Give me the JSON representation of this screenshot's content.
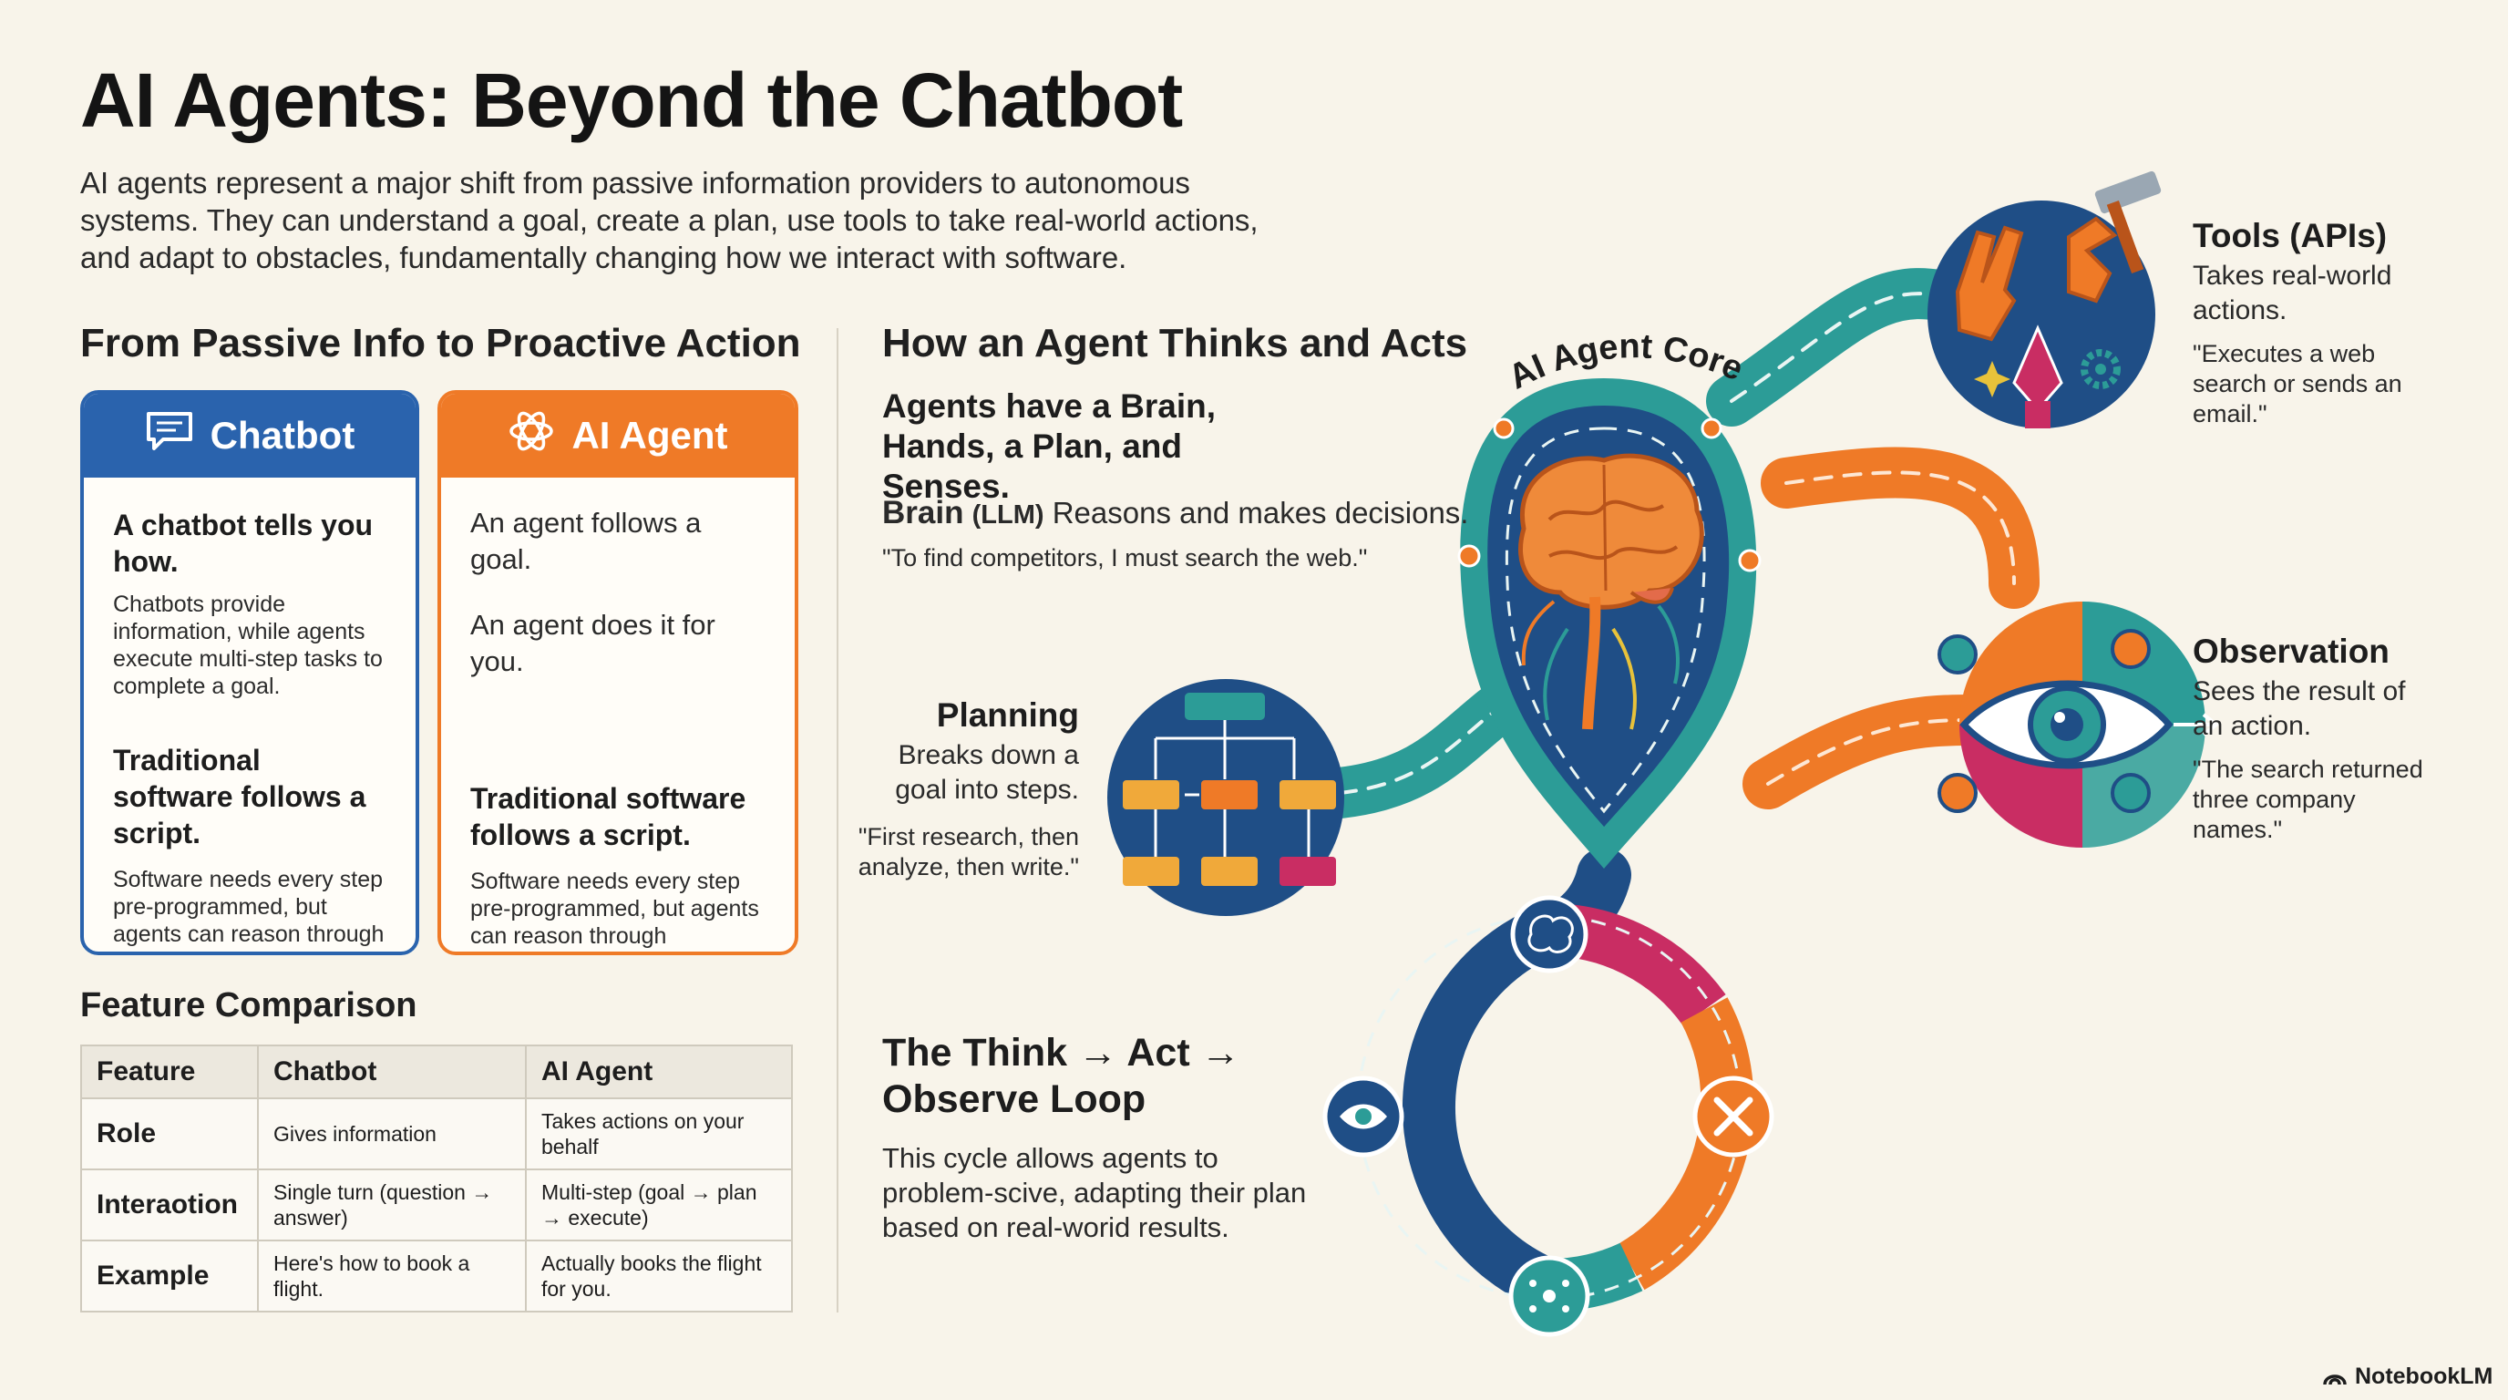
{
  "header": {
    "title": "AI Agents: Beyond the Chatbot",
    "intro": "AI agents represent a major shift from passive information providers to autonomous systems. They can understand a goal, create a plan, use tools to take real-world actions, and adapt to obstacles, fundamentally changing how we interact with software."
  },
  "left": {
    "heading": "From Passive Info to Proactive Action",
    "chatbot_card": {
      "label": "Chatbot",
      "icon": "chat-bubble-icon",
      "color": "#2a63ad",
      "block1_title": "A chatbot tells you how.",
      "block1_text": "Chatbots provide information, while agents execute multi-step tasks to complete a goal.",
      "block2_title": "Traditional software follows a script.",
      "block2_text": "Software needs every step pre-programmed, but agents can reason through unexpected problems."
    },
    "agent_card": {
      "label": "AI Agent",
      "icon": "ai-spark-icon",
      "color": "#ef7a27",
      "line1": "An agent follows a goal.",
      "line2": "An agent does it for you.",
      "block2_title": "Traditional software follows a script.",
      "block2_text": "Software needs every step pre-programmed, but agents can reason through unexpected problems."
    },
    "comparison": {
      "heading": "Feature Comparison",
      "columns": [
        "Feature",
        "Chatbot",
        "AI Agent"
      ],
      "rows": [
        [
          "Role",
          "Gives information",
          "Takes actions on your behalf"
        ],
        [
          "Interaotion",
          "Single turn (question → answer)",
          "Multi-step (goal → plan → execute)"
        ],
        [
          "Example",
          "Here's how to book a flight.",
          "Actually books the flight for you."
        ]
      ]
    }
  },
  "right": {
    "heading": "How an Agent Thinks and Acts",
    "subheading": "Agents have a Brain, Hands, a Plan, and Senses.",
    "brain_label": "Brain",
    "brain_llm": "(LLM)",
    "brain_text": "Reasons and makes decisions.",
    "brain_quote": "\"To find competitors, I must search the web.\"",
    "core_label": "AI Agent Core",
    "planning": {
      "title": "Planning",
      "text": "Breaks down a goal into steps.",
      "quote": "\"First research, then analyze, then write.\""
    },
    "tools": {
      "title": "Tools (APIs)",
      "text": "Takes real-world actions.",
      "quote": "\"Executes a web search or sends an email.\""
    },
    "observation": {
      "title": "Observation",
      "text": "Sees the result of an action.",
      "quote": "\"The search returned three company names.\""
    },
    "loop": {
      "title": "The Think → Act → Observe Loop",
      "text": "This cycle allows agents to problem-scive, adapting their plan based on real-worid results."
    }
  },
  "footer": {
    "brand": "NotebookLM"
  },
  "colors": {
    "blue": "#2a63ad",
    "orange": "#ef7a27",
    "teal": "#2c9c97",
    "navy": "#1f4e86",
    "magenta": "#c92d63",
    "background": "#f8f4ea"
  }
}
